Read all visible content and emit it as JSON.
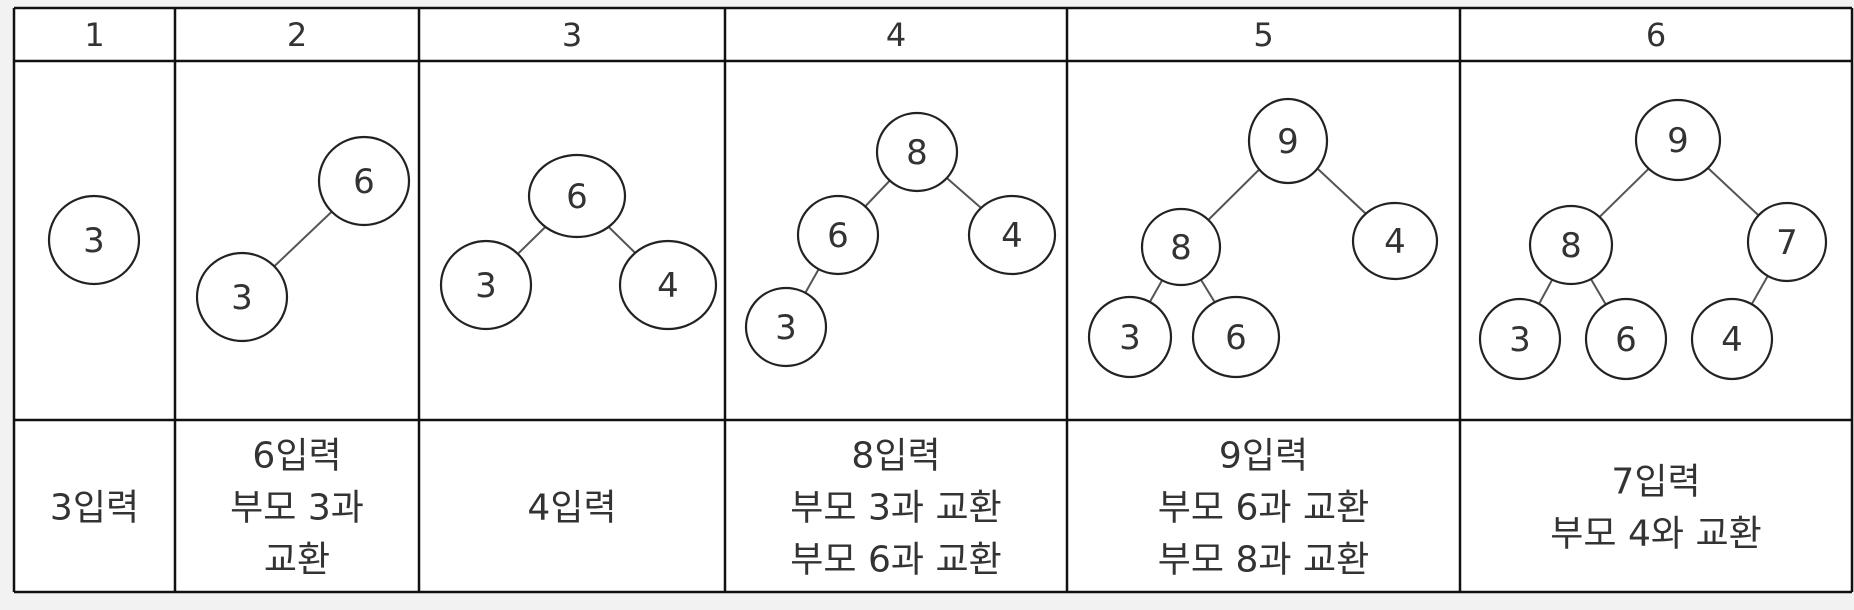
{
  "steps": [
    {
      "number": "1",
      "nodes": [
        {
          "id": "a",
          "label": "3"
        }
      ],
      "edges": [],
      "caption": [
        "3입력"
      ]
    },
    {
      "number": "2",
      "nodes": [
        {
          "id": "a",
          "label": "6"
        },
        {
          "id": "b",
          "label": "3"
        }
      ],
      "edges": [
        [
          "a",
          "b"
        ]
      ],
      "caption": [
        "6입력",
        "부모 3과",
        "교환"
      ]
    },
    {
      "number": "3",
      "nodes": [
        {
          "id": "a",
          "label": "6"
        },
        {
          "id": "b",
          "label": "3"
        },
        {
          "id": "c",
          "label": "4"
        }
      ],
      "edges": [
        [
          "a",
          "b"
        ],
        [
          "a",
          "c"
        ]
      ],
      "caption": [
        "4입력"
      ]
    },
    {
      "number": "4",
      "nodes": [
        {
          "id": "a",
          "label": "8"
        },
        {
          "id": "b",
          "label": "6"
        },
        {
          "id": "c",
          "label": "4"
        },
        {
          "id": "d",
          "label": "3"
        }
      ],
      "edges": [
        [
          "a",
          "b"
        ],
        [
          "a",
          "c"
        ],
        [
          "b",
          "d"
        ]
      ],
      "caption": [
        "8입력",
        "부모 3과 교환",
        "부모 6과 교환"
      ]
    },
    {
      "number": "5",
      "nodes": [
        {
          "id": "a",
          "label": "9"
        },
        {
          "id": "b",
          "label": "8"
        },
        {
          "id": "c",
          "label": "4"
        },
        {
          "id": "d",
          "label": "3"
        },
        {
          "id": "e",
          "label": "6"
        }
      ],
      "edges": [
        [
          "a",
          "b"
        ],
        [
          "a",
          "c"
        ],
        [
          "b",
          "d"
        ],
        [
          "b",
          "e"
        ]
      ],
      "caption": [
        "9입력",
        "부모 6과 교환",
        "부모 8과 교환"
      ]
    },
    {
      "number": "6",
      "nodes": [
        {
          "id": "a",
          "label": "9"
        },
        {
          "id": "b",
          "label": "8"
        },
        {
          "id": "c",
          "label": "7"
        },
        {
          "id": "d",
          "label": "3"
        },
        {
          "id": "e",
          "label": "6"
        },
        {
          "id": "f",
          "label": "4"
        }
      ],
      "edges": [
        [
          "a",
          "b"
        ],
        [
          "a",
          "c"
        ],
        [
          "b",
          "d"
        ],
        [
          "b",
          "e"
        ],
        [
          "c",
          "f"
        ]
      ],
      "caption": [
        "7입력",
        "부모 4와 교환"
      ]
    }
  ]
}
